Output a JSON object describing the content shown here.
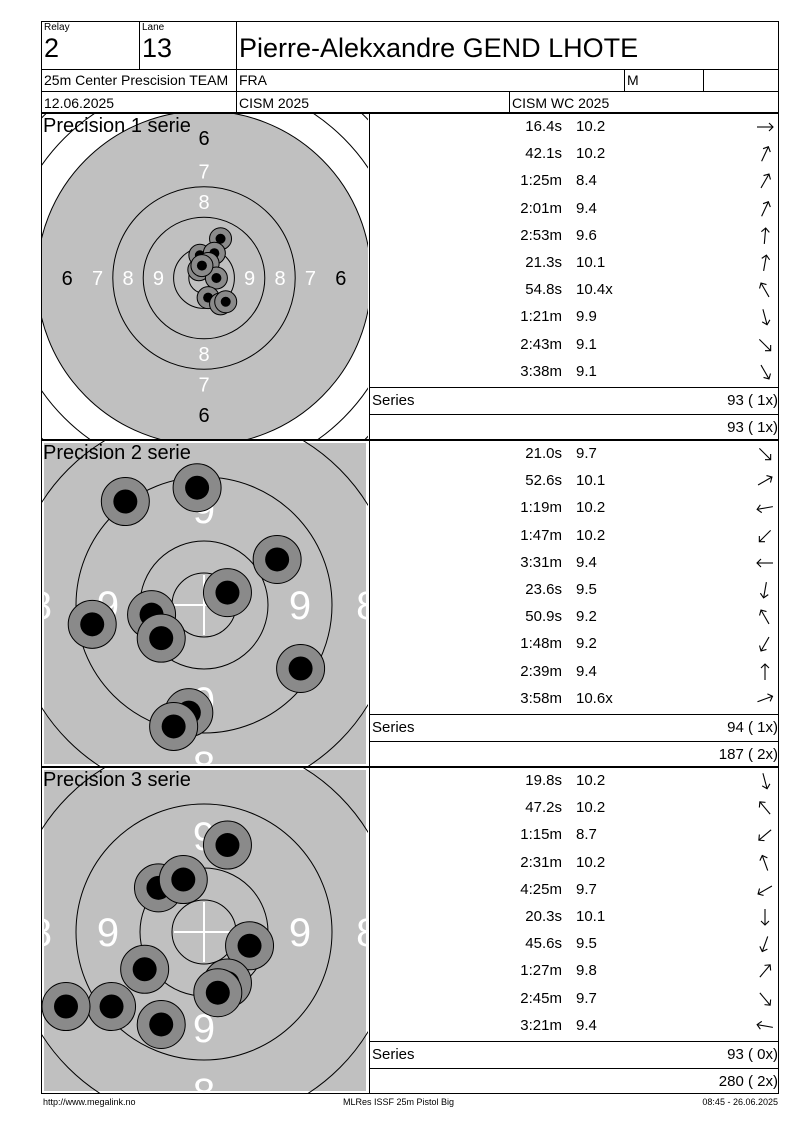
{
  "header": {
    "relay_label": "Relay",
    "relay_value": "2",
    "lane_label": "Lane",
    "lane_value": "13",
    "athlete_name": "Pierre-Alekxandre GEND LHOTE",
    "event": "25m Center Prescision TEAM",
    "nation": "FRA",
    "gender": "M",
    "date": "12.06.2025",
    "competition": "CISM 2025",
    "championship": "CISM WC 2025"
  },
  "series": [
    {
      "title": "Precision 1 serie",
      "target_type": "full",
      "shots": [
        {
          "time": "16.4s",
          "value": "10.2",
          "dir": 90
        },
        {
          "time": "42.1s",
          "value": "10.2",
          "dir": 25
        },
        {
          "time": "1:25m",
          "value": "8.4",
          "dir": 30
        },
        {
          "time": "2:01m",
          "value": "9.4",
          "dir": 25
        },
        {
          "time": "2:53m",
          "value": "9.6",
          "dir": 5
        },
        {
          "time": "21.3s",
          "value": "10.1",
          "dir": 10
        },
        {
          "time": "54.8s",
          "value": "10.4x",
          "dir": -30
        },
        {
          "time": "1:21m",
          "value": "9.9",
          "dir": 165
        },
        {
          "time": "2:43m",
          "value": "9.1",
          "dir": 135
        },
        {
          "time": "3:38m",
          "value": "9.1",
          "dir": 150
        }
      ],
      "series_label": "Series",
      "series_total": "93 ( 1x)",
      "running_total": "93 ( 1x)",
      "impacts": [
        [
          0.16,
          -0.38
        ],
        [
          -0.04,
          -0.22
        ],
        [
          0.1,
          -0.24
        ],
        [
          0.04,
          -0.14
        ],
        [
          -0.05,
          -0.08
        ],
        [
          0.12,
          0.0
        ],
        [
          0.04,
          0.19
        ],
        [
          0.16,
          0.25
        ],
        [
          0.21,
          0.23
        ],
        [
          -0.02,
          -0.12
        ]
      ],
      "ring_labels": [
        "6",
        "7",
        "8",
        "9"
      ]
    },
    {
      "title": "Precision 2 serie",
      "target_type": "zoom",
      "shots": [
        {
          "time": "21.0s",
          "value": "9.7",
          "dir": 135
        },
        {
          "time": "52.6s",
          "value": "10.1",
          "dir": 60
        },
        {
          "time": "1:19m",
          "value": "10.2",
          "dir": -100
        },
        {
          "time": "1:47m",
          "value": "10.2",
          "dir": -135
        },
        {
          "time": "3:31m",
          "value": "9.4",
          "dir": -90
        },
        {
          "time": "23.6s",
          "value": "9.5",
          "dir": 190
        },
        {
          "time": "50.9s",
          "value": "9.2",
          "dir": -30
        },
        {
          "time": "1:48m",
          "value": "9.2",
          "dir": -150
        },
        {
          "time": "2:39m",
          "value": "9.4",
          "dir": 0
        },
        {
          "time": "3:58m",
          "value": "10.6x",
          "dir": 70
        }
      ],
      "series_label": "Series",
      "series_total": "94 ( 1x)",
      "running_total": "187 ( 2x)",
      "impacts": [
        [
          -0.57,
          -0.75
        ],
        [
          -0.05,
          -0.85
        ],
        [
          0.53,
          -0.33
        ],
        [
          0.17,
          -0.09
        ],
        [
          -0.38,
          0.07
        ],
        [
          -0.31,
          0.24
        ],
        [
          -0.81,
          0.14
        ],
        [
          0.7,
          0.46
        ],
        [
          -0.11,
          0.78
        ],
        [
          -0.22,
          0.88
        ]
      ],
      "ring_labels": [
        "9",
        "9",
        "8",
        "9",
        "8"
      ]
    },
    {
      "title": "Precision 3 serie",
      "target_type": "zoom",
      "shots": [
        {
          "time": "19.8s",
          "value": "10.2",
          "dir": 165
        },
        {
          "time": "47.2s",
          "value": "10.2",
          "dir": -40
        },
        {
          "time": "1:15m",
          "value": "8.7",
          "dir": -130
        },
        {
          "time": "2:31m",
          "value": "10.2",
          "dir": -20
        },
        {
          "time": "4:25m",
          "value": "9.7",
          "dir": -120
        },
        {
          "time": "20.3s",
          "value": "10.1",
          "dir": 180
        },
        {
          "time": "45.6s",
          "value": "9.5",
          "dir": -160
        },
        {
          "time": "1:27m",
          "value": "9.8",
          "dir": 40
        },
        {
          "time": "2:45m",
          "value": "9.7",
          "dir": 140
        },
        {
          "time": "3:21m",
          "value": "9.4",
          "dir": -80
        }
      ],
      "series_label": "Series",
      "series_total": "93 ( 0x)",
      "running_total": "280 ( 2x)",
      "impacts": [
        [
          -0.33,
          -0.32
        ],
        [
          -0.15,
          -0.38
        ],
        [
          0.17,
          -0.63
        ],
        [
          0.33,
          0.1
        ],
        [
          0.17,
          0.37
        ],
        [
          -0.67,
          0.54
        ],
        [
          -0.43,
          0.27
        ],
        [
          0.1,
          0.44
        ],
        [
          -0.31,
          0.67
        ],
        [
          -1.0,
          0.54
        ]
      ],
      "ring_labels": [
        "9",
        "9",
        "9",
        "9"
      ]
    }
  ],
  "footer": {
    "url": "http://www.megalink.no",
    "software": "MLRes ISSF 25m Pistol Big",
    "timestamp": "08:45 - 26.06.2025"
  }
}
